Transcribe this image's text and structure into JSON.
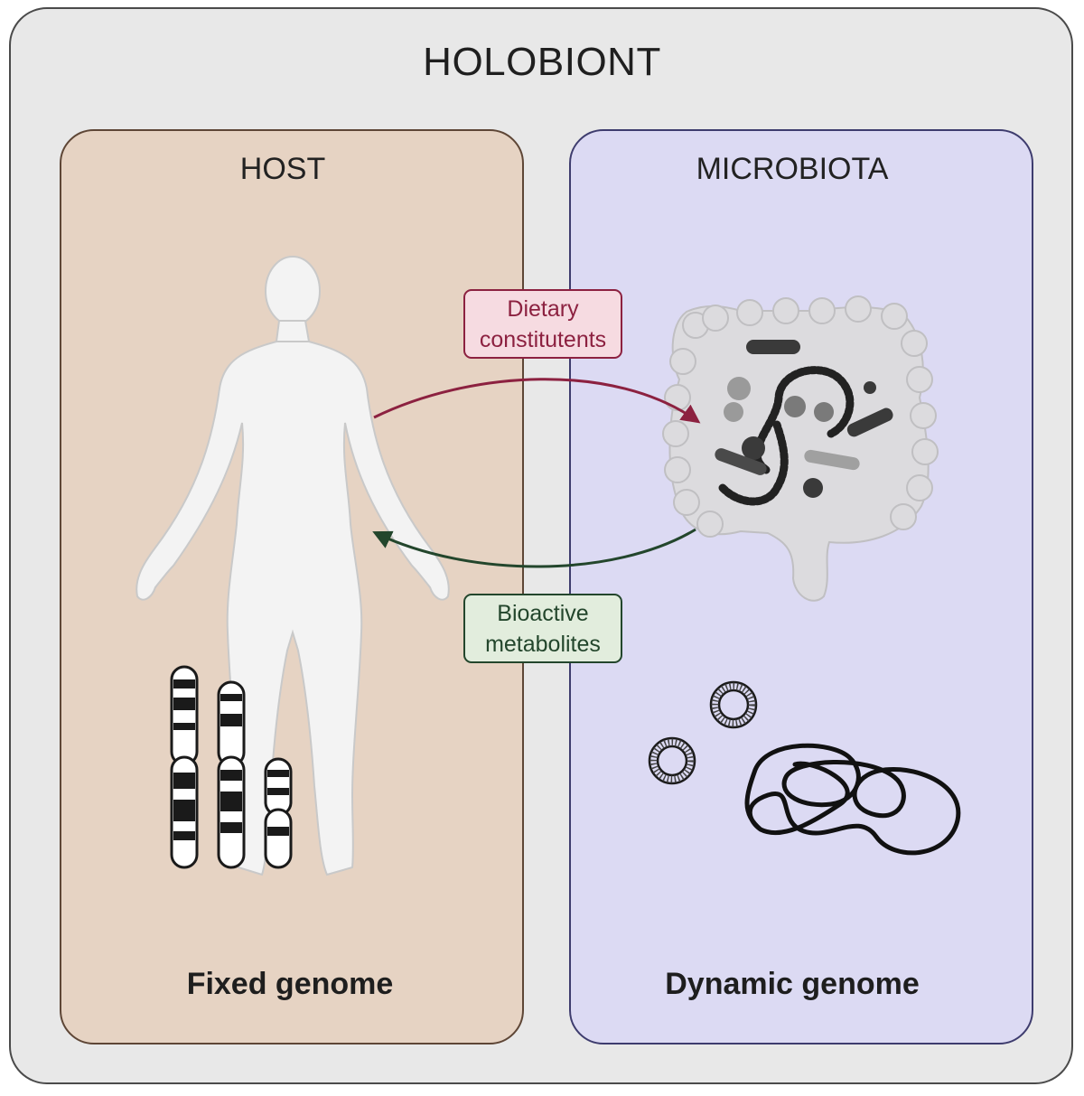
{
  "title": "HOLOBIONT",
  "host": {
    "title": "HOST",
    "genome_label": "Fixed genome"
  },
  "microbiota": {
    "title": "MICROBIOTA",
    "genome_label": "Dynamic genome"
  },
  "arrows": {
    "to_microbiota": {
      "label_line1": "Dietary",
      "label_line2": "constitutents",
      "color": "#8c2140"
    },
    "to_host": {
      "label_line1": "Bioactive",
      "label_line2": "metabolites",
      "color": "#23462c"
    }
  },
  "colors": {
    "holobiont_bg": "#e8e8e8",
    "host_bg": "#e6d3c3",
    "microbiota_bg": "#dcdaf3"
  },
  "icons": [
    "human-figure-icon",
    "chromosome-icon",
    "intestine-icon",
    "bacteria-icon",
    "plasmid-icon",
    "dna-strand-icon"
  ]
}
